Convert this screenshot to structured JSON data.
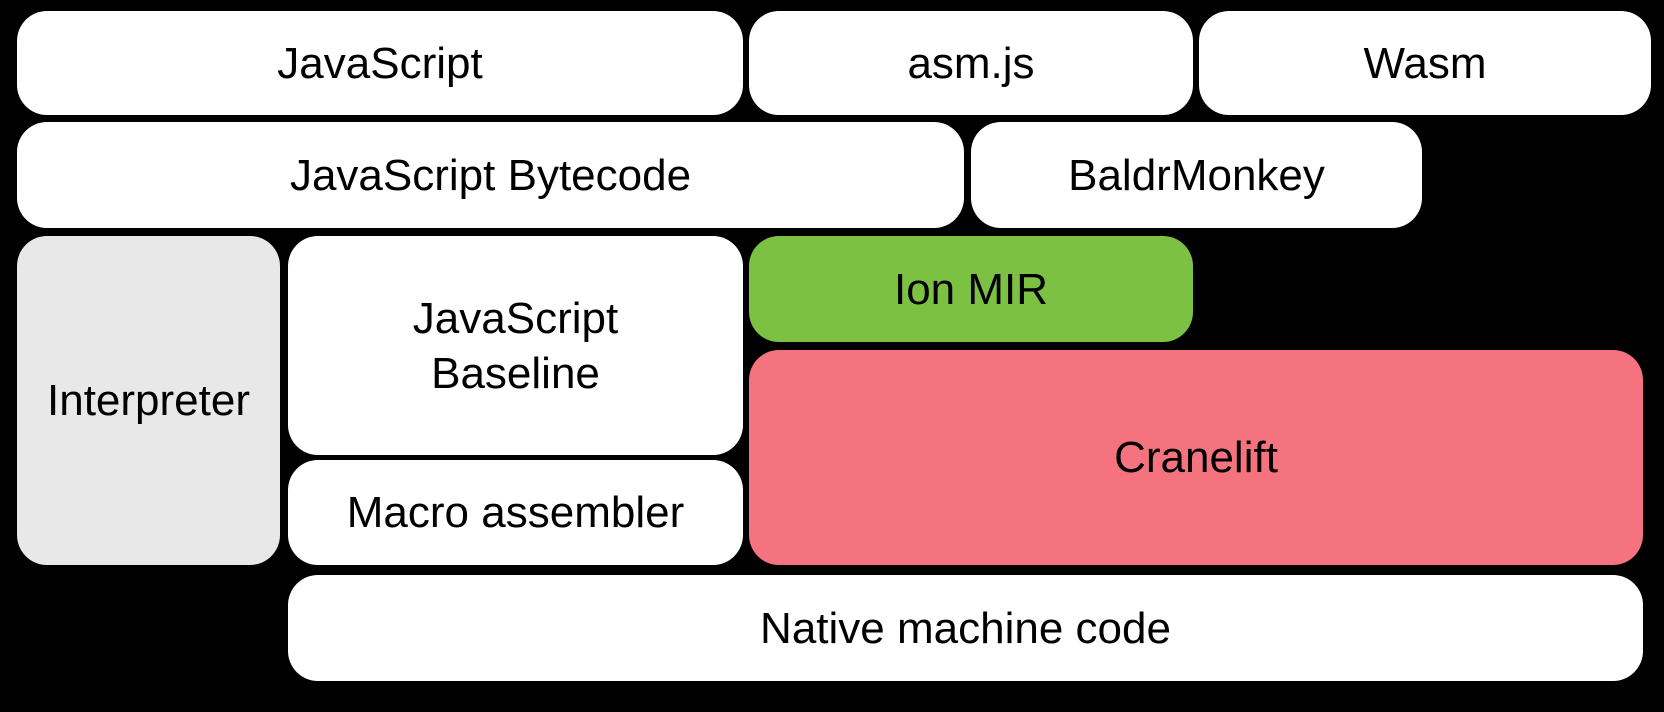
{
  "blocks": {
    "javascript": {
      "label": "JavaScript"
    },
    "asmjs": {
      "label": "asm.js"
    },
    "wasm": {
      "label": "Wasm"
    },
    "bytecode": {
      "label": "JavaScript Bytecode"
    },
    "baldrmonkey": {
      "label": "BaldrMonkey"
    },
    "interpreter": {
      "label": "Interpreter"
    },
    "baseline": {
      "label": "JavaScript Baseline"
    },
    "ion_mir": {
      "label": "Ion MIR"
    },
    "cranelift": {
      "label": "Cranelift"
    },
    "macro_assembler": {
      "label": "Macro assembler"
    },
    "native": {
      "label": "Native machine code"
    }
  },
  "colors": {
    "background": "#000000",
    "block_default": "#ffffff",
    "interpreter": "#e8e8e8",
    "ion_mir": "#7cc142",
    "cranelift": "#f4737e",
    "text": "#000000"
  }
}
